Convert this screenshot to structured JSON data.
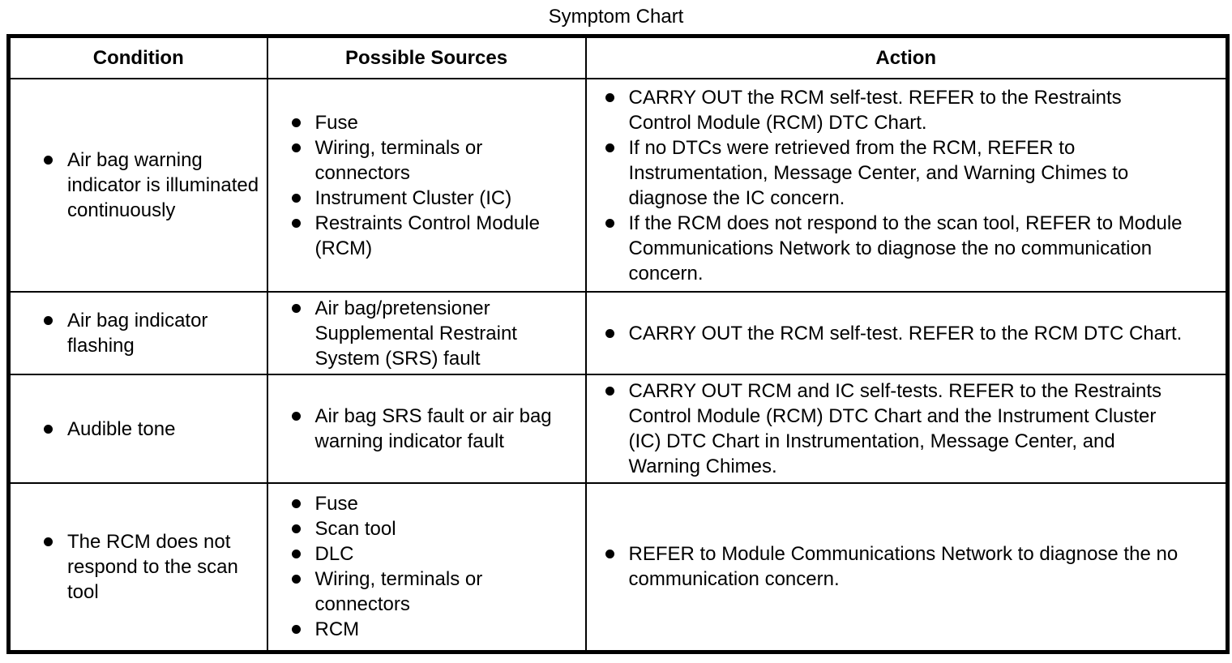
{
  "title": "Symptom Chart",
  "table": {
    "headers": {
      "condition": "Condition",
      "sources": "Possible Sources",
      "action": "Action"
    },
    "rows": [
      {
        "condition": "Air bag warning\nindicator is illuminated\ncontinuously",
        "sources": [
          "Fuse",
          "Wiring, terminals or\nconnectors",
          "Instrument Cluster (IC)",
          "Restraints Control Module\n(RCM)"
        ],
        "actions": [
          "CARRY OUT the RCM self-test. REFER to the Restraints\nControl Module (RCM) DTC Chart.",
          "If no DTCs were retrieved from the RCM, REFER to\nInstrumentation, Message Center, and Warning Chimes to\ndiagnose the IC concern.",
          "If the RCM does not respond to the scan tool, REFER to Module\nCommunications Network to diagnose the no communication\nconcern."
        ]
      },
      {
        "condition": "Air bag indicator\nflashing",
        "sources": [
          "Air bag/pretensioner\nSupplemental Restraint\nSystem (SRS) fault"
        ],
        "actions": [
          "CARRY OUT the RCM self-test. REFER to the RCM DTC Chart."
        ]
      },
      {
        "condition": "Audible tone",
        "sources": [
          "Air bag SRS fault or air bag\nwarning indicator fault"
        ],
        "actions": [
          "CARRY OUT RCM and IC self-tests. REFER to the Restraints\nControl Module (RCM) DTC Chart and the Instrument Cluster\n(IC) DTC Chart in Instrumentation, Message Center, and\nWarning Chimes."
        ]
      },
      {
        "condition": "The RCM does not\nrespond to the scan\ntool",
        "sources": [
          "Fuse",
          "Scan tool",
          "DLC",
          "Wiring, terminals or\nconnectors",
          "RCM"
        ],
        "actions": [
          "REFER to Module Communications Network to diagnose the no\ncommunication concern."
        ]
      }
    ]
  }
}
